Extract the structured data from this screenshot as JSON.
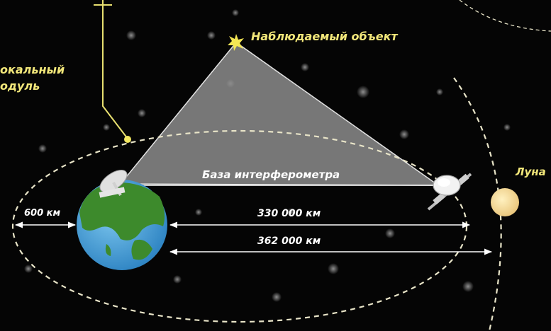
{
  "labels": {
    "observed_object": "Наблюдаемый объект",
    "module_line1": "окальный",
    "module_line2": "одуль",
    "baseline": "База интерферометра",
    "moon": "Луна",
    "distance_600": "600 км",
    "distance_330": "330 000 км",
    "distance_362": "362 000 км"
  },
  "colors": {
    "background": "#050505",
    "label_yellow": "#f2e77a",
    "label_white": "#ffffff",
    "triangle_fill": "#8c8c8c",
    "orbit_dash": "#e8e4c8",
    "moon": "#f6dd96",
    "earth_ocean": "#3f9fd6",
    "earth_land": "#3d8a2c"
  }
}
